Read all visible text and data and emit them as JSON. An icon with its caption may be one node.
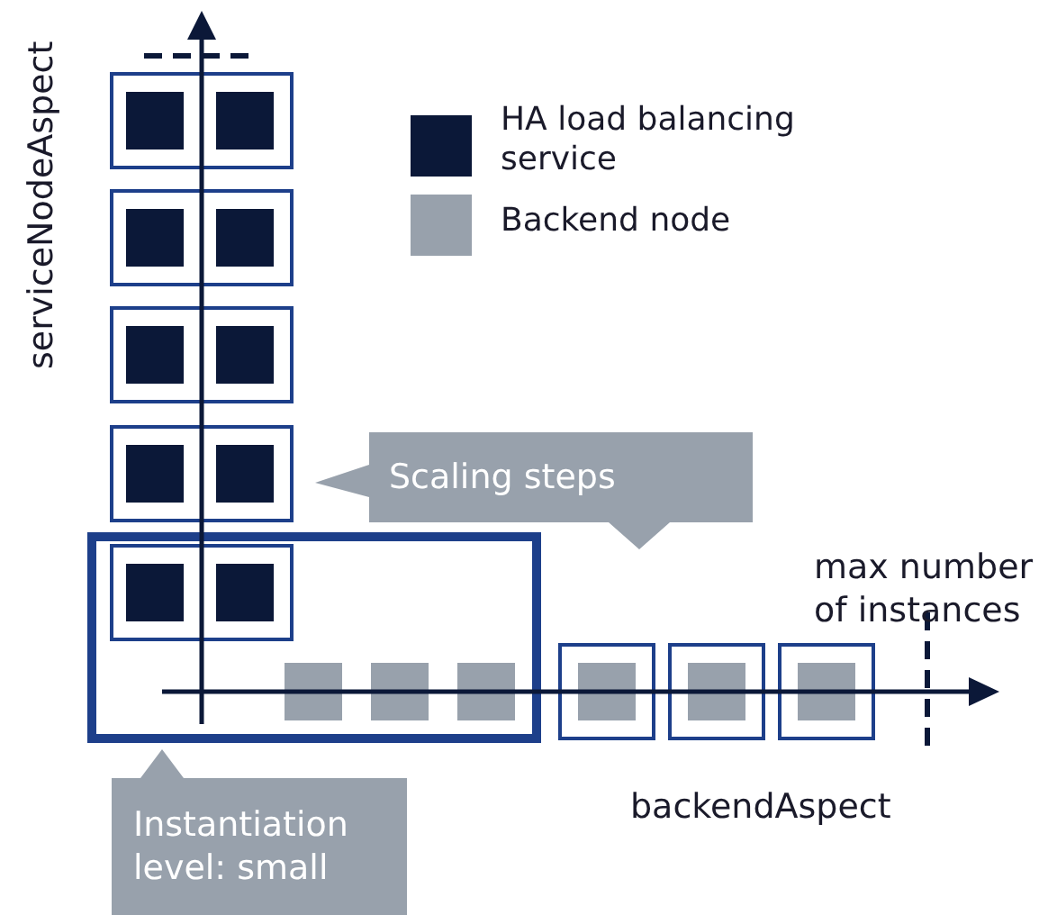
{
  "diagram": {
    "nodes": [
      {
        "text": [
          "Scaling steps"
        ]
      },
      {
        "text": [
          "Instantiation level: small"
        ]
      }
    ],
    "edges": [],
    "labels": [
      "serviceNodeAspect",
      "max number of instances",
      "backendAspect"
    ],
    "legend": [
      {
        "text": "HA load balancing service",
        "color": "#0b1838"
      },
      {
        "text": "Backend node",
        "color": "#98a1ac"
      }
    ]
  }
}
